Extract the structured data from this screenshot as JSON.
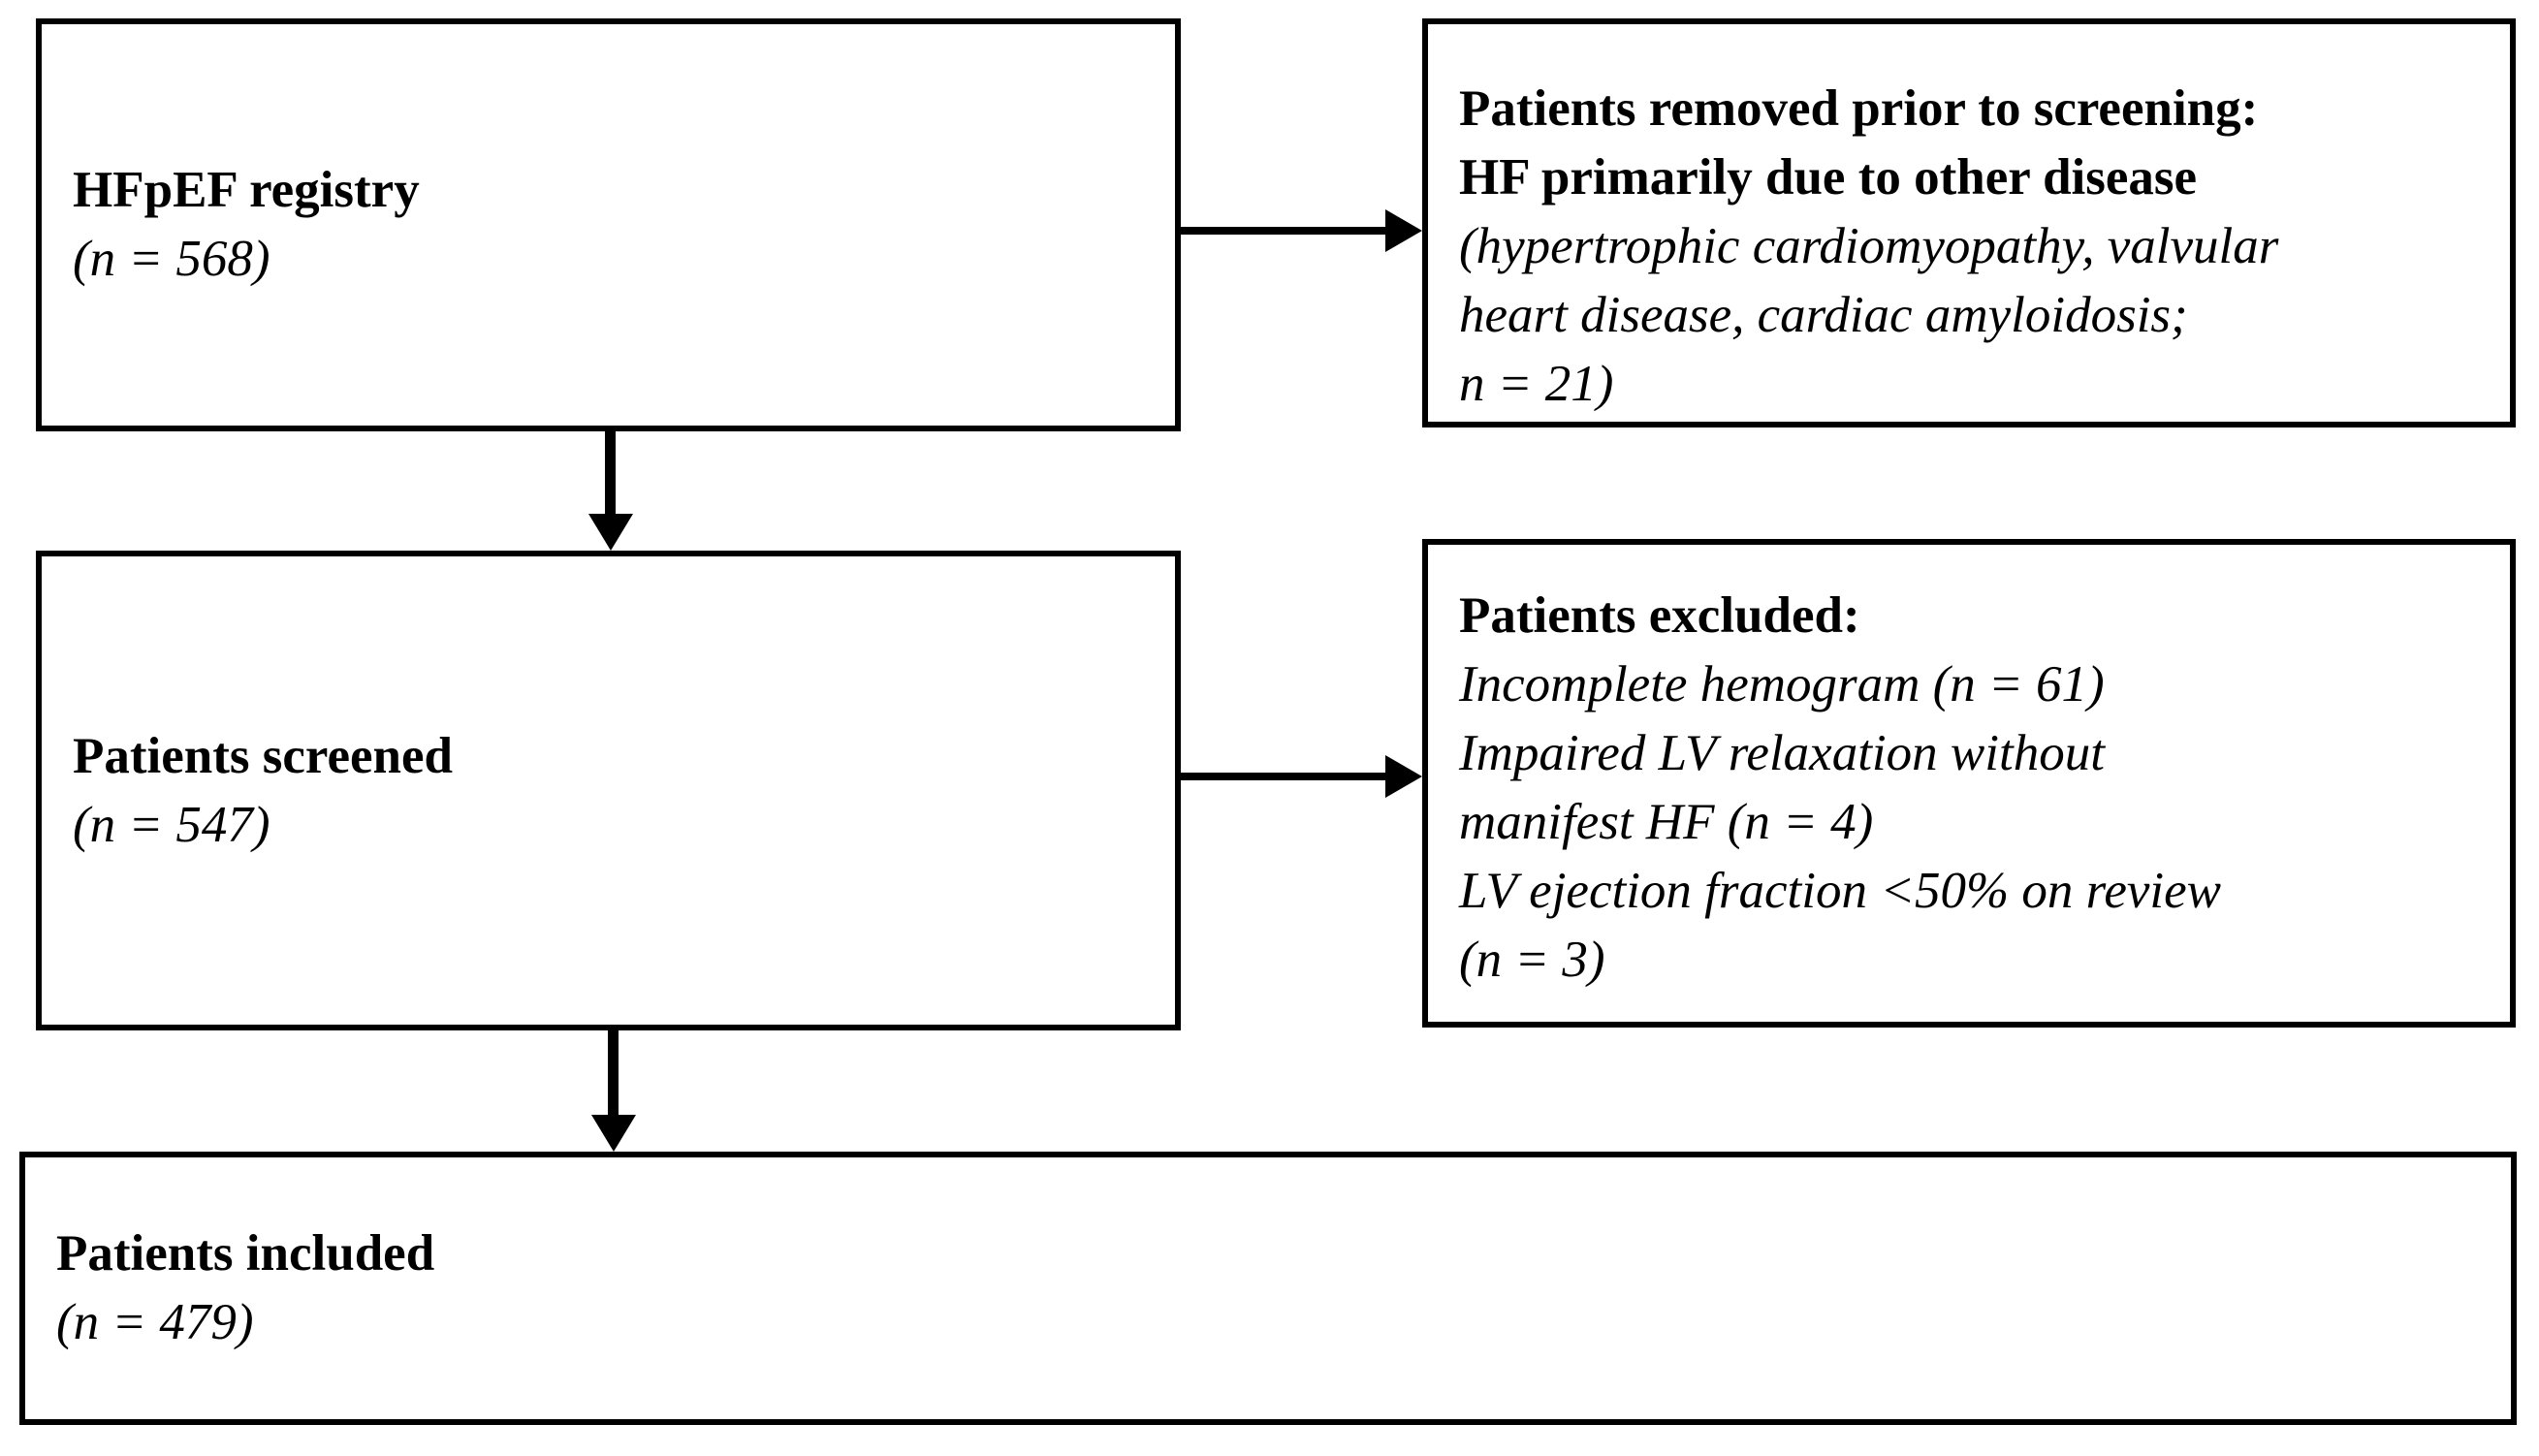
{
  "colors": {
    "background": "#ffffff",
    "border": "#000000",
    "text": "#000000",
    "arrow": "#000000"
  },
  "boxes": {
    "registry": {
      "title": "HFpEF registry",
      "count": "(n = 568)"
    },
    "removed": {
      "bold_lines": [
        "Patients removed prior to screening:",
        "HF primarily due to other disease"
      ],
      "italic_lines": [
        "(hypertrophic cardiomyopathy, valvular",
        "heart disease, cardiac amyloidosis;",
        "n = 21)"
      ]
    },
    "screened": {
      "title": "Patients screened",
      "count": "(n = 547)"
    },
    "excluded": {
      "title": "Patients excluded:",
      "italic_lines": [
        "Incomplete hemogram (n = 61)",
        "Impaired LV relaxation without",
        "manifest HF (n = 4)",
        "LV ejection fraction <50% on review",
        "(n = 3)"
      ]
    },
    "included": {
      "title": "Patients included",
      "count": "(n = 479)"
    }
  }
}
